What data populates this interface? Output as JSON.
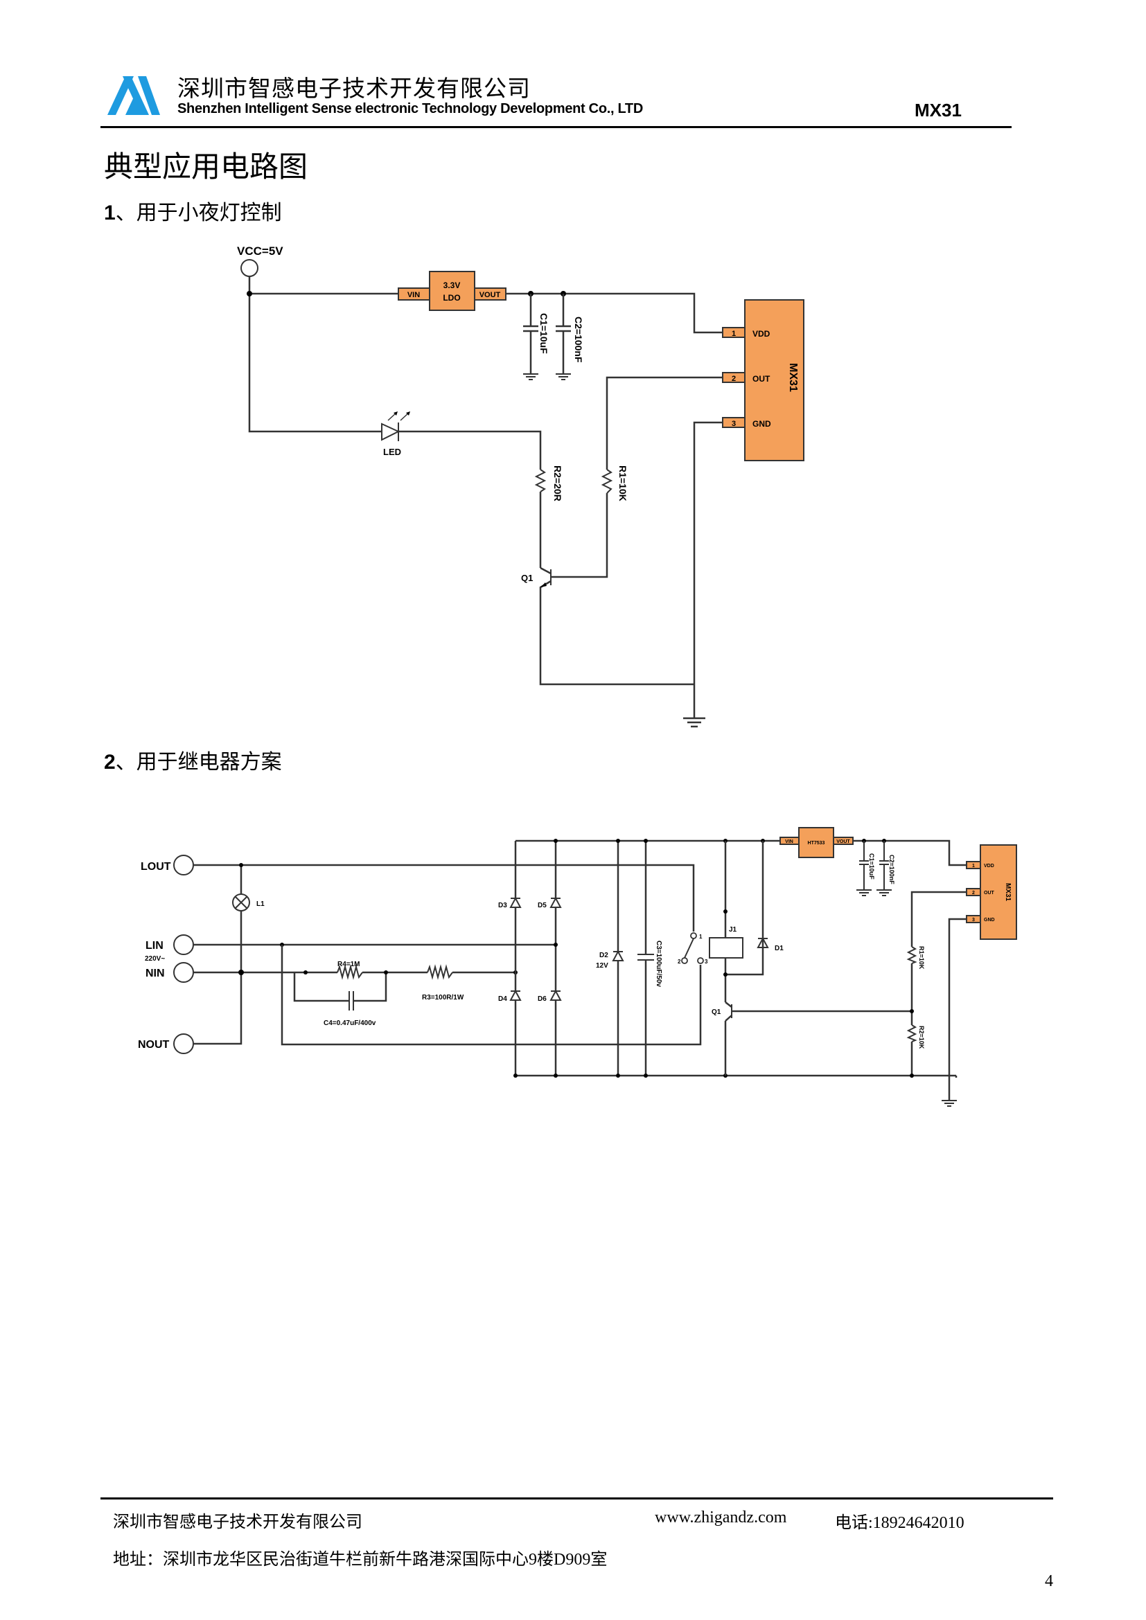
{
  "header": {
    "company_cn": "深圳市智感电子技术开发有限公司",
    "company_en": "Shenzhen Intelligent Sense electronic Technology Development Co., LTD",
    "model": "MX31",
    "logo_color": "#1e9be0"
  },
  "page_title": "典型应用电路图",
  "section1": {
    "number": "1",
    "title": "、用于小夜灯控制",
    "supply": "VCC=5V",
    "ldo": {
      "line1": "3.3V",
      "line2": "LDO",
      "vin": "VIN",
      "vout": "VOUT"
    },
    "c1": "C1=10uF",
    "c2": "C2=100nF",
    "led": "LED",
    "r2": "R2=20R",
    "r1": "R1=10K",
    "q1": "Q1",
    "ic": {
      "name": "MX31",
      "pins": [
        {
          "num": "1",
          "name": "VDD"
        },
        {
          "num": "2",
          "name": "OUT"
        },
        {
          "num": "3",
          "name": "GND"
        }
      ]
    }
  },
  "section2": {
    "number": "2",
    "title": "、用于继电器方案",
    "terminals": {
      "lout": "LOUT",
      "lin": "LIN",
      "voltage": "220V~",
      "nin": "NIN",
      "nout": "NOUT"
    },
    "l1": "L1",
    "r4": "R4=1M",
    "r3": "R3=100R/1W",
    "c4": "C4=0.47uF/400v",
    "d3": "D3",
    "d4": "D4",
    "d5": "D5",
    "d6": "D6",
    "d2": "D2",
    "d2_value": "12V",
    "c3": "C3=100uF/50v",
    "switch_pins": [
      "1",
      "2",
      "3"
    ],
    "j1": "J1",
    "d1": "D1",
    "q1": "Q1",
    "ldo": {
      "name": "HT7533",
      "vin": "VIN",
      "vout": "VOUT"
    },
    "c1": "C1=10uF",
    "c2": "C2=100nF",
    "r1": "R1=10K",
    "r2": "R2=10K",
    "ic": {
      "name": "MX31",
      "pins": [
        {
          "num": "1",
          "name": "VDD"
        },
        {
          "num": "2",
          "name": "OUT"
        },
        {
          "num": "3",
          "name": "GND"
        }
      ]
    }
  },
  "footer": {
    "company": "深圳市智感电子技术开发有限公司",
    "website": "www.zhigandz.com",
    "phone": "电话:18924642010",
    "address": "地址：深圳市龙华区民治街道牛栏前新牛路港深国际中心9楼D909室",
    "page_number": "4"
  },
  "colors": {
    "chip_fill": "#f4a05a",
    "link": "#0000ee"
  }
}
